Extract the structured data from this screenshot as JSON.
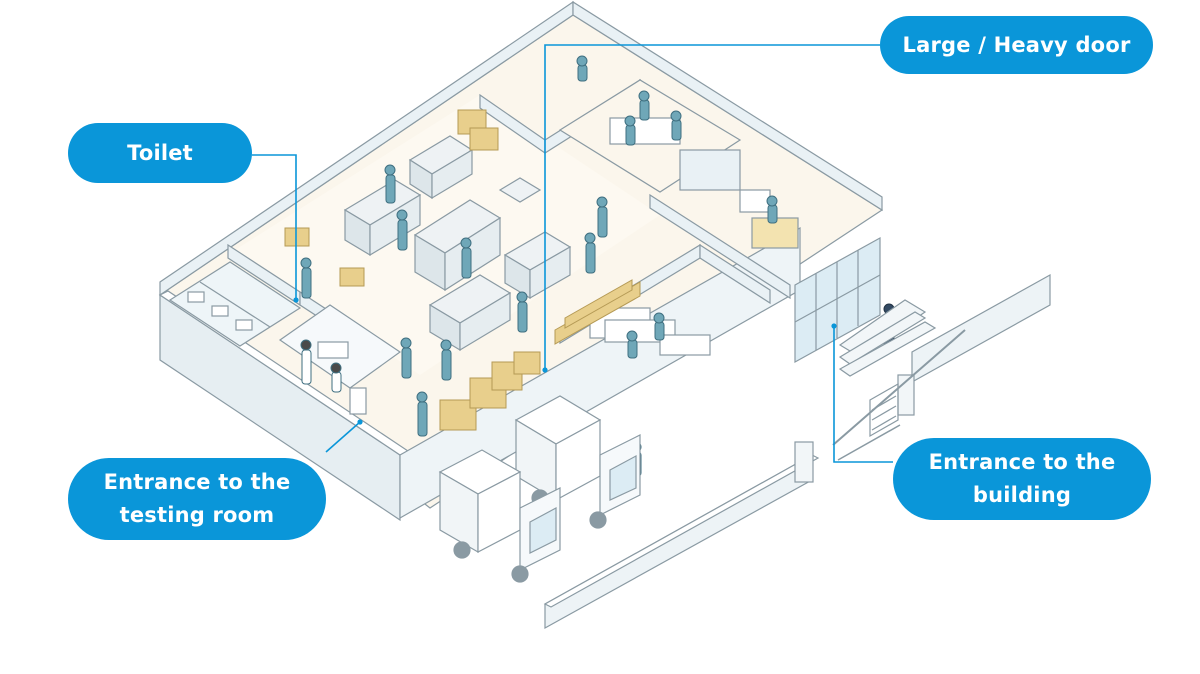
{
  "accent_color": "#0a96d9",
  "outline_color": "#8a9aa3",
  "wall_color": "#e9f1f5",
  "floor_color": "#fbf6ec",
  "worker_color": "#6fa7b8",
  "box_color": "#e8cf8c",
  "labels": {
    "toilet": "Toilet",
    "door": "Large / Heavy door",
    "testing_line1": "Entrance to the",
    "testing_line2": "testing room",
    "building_line1": "Entrance to the",
    "building_line2": "building"
  }
}
